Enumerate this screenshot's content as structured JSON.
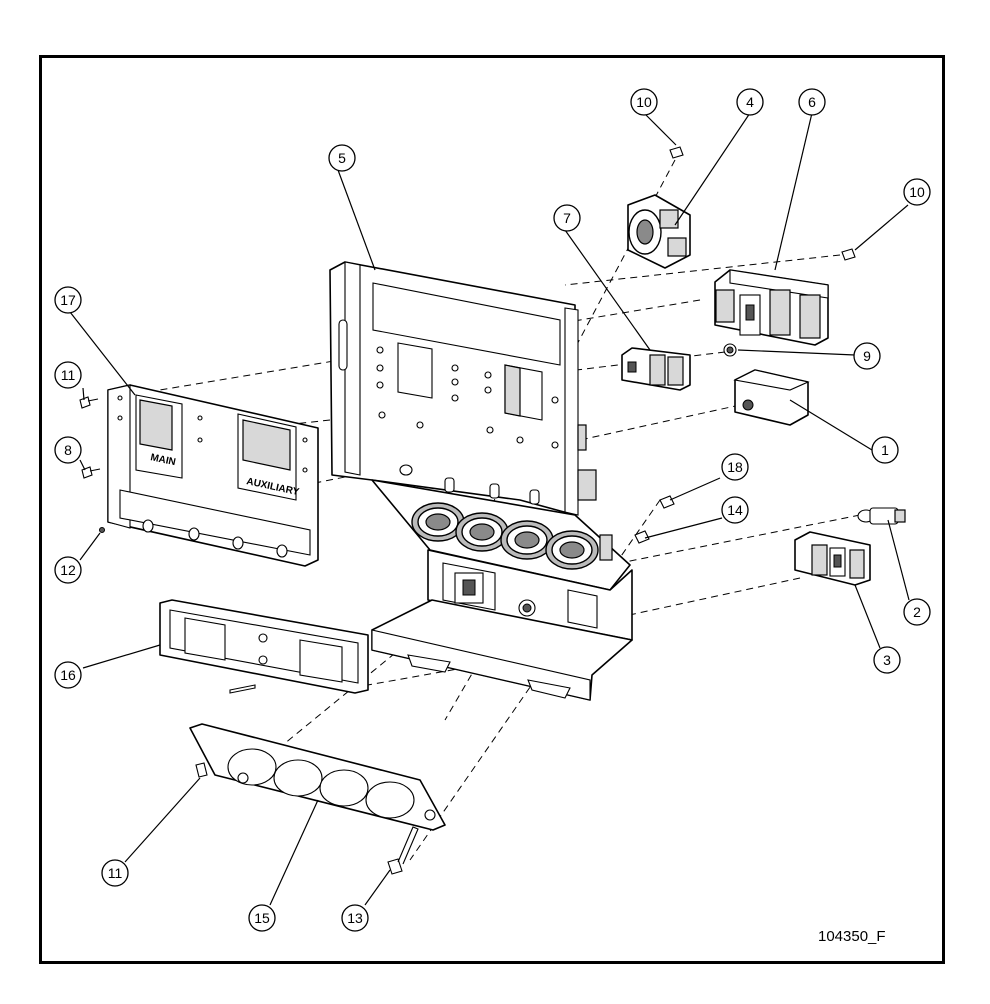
{
  "drawing": {
    "number": "104350_F",
    "panel_labels": {
      "left_window": "MAIN",
      "right_window": "AUXILIARY"
    },
    "callouts": [
      {
        "id": "c1",
        "label": "1"
      },
      {
        "id": "c2",
        "label": "2"
      },
      {
        "id": "c3",
        "label": "3"
      },
      {
        "id": "c4",
        "label": "4"
      },
      {
        "id": "c5",
        "label": "5"
      },
      {
        "id": "c6",
        "label": "6"
      },
      {
        "id": "c7",
        "label": "7"
      },
      {
        "id": "c8",
        "label": "8"
      },
      {
        "id": "c9",
        "label": "9"
      },
      {
        "id": "c10a",
        "label": "10"
      },
      {
        "id": "c10b",
        "label": "10"
      },
      {
        "id": "c11a",
        "label": "11"
      },
      {
        "id": "c11b",
        "label": "11"
      },
      {
        "id": "c12",
        "label": "12"
      },
      {
        "id": "c13",
        "label": "13"
      },
      {
        "id": "c14",
        "label": "14"
      },
      {
        "id": "c15",
        "label": "15"
      },
      {
        "id": "c16",
        "label": "16"
      },
      {
        "id": "c17",
        "label": "17"
      },
      {
        "id": "c18",
        "label": "18"
      }
    ]
  },
  "colors": {
    "line": "#000000",
    "background": "#ffffff",
    "shade": "#d8d8d8"
  }
}
